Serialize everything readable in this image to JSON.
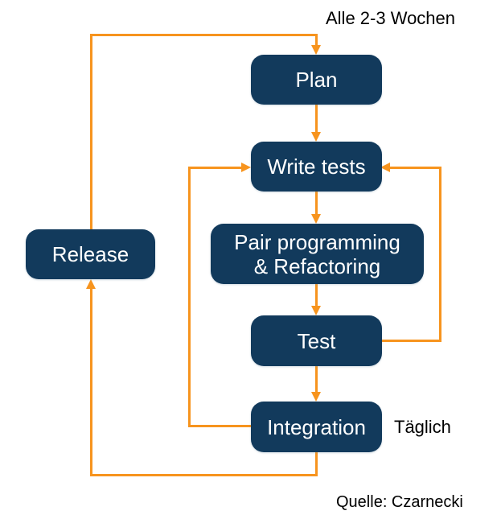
{
  "diagram": {
    "nodes": [
      {
        "id": "plan",
        "label": "Plan"
      },
      {
        "id": "write-tests",
        "label": "Write tests"
      },
      {
        "id": "pair-programming-refactoring",
        "label": "Pair programming & Refactoring",
        "label_line1": "Pair programming",
        "label_line2": "& Refactoring"
      },
      {
        "id": "test",
        "label": "Test"
      },
      {
        "id": "integration",
        "label": "Integration"
      },
      {
        "id": "release",
        "label": "Release"
      }
    ],
    "annotations": {
      "cycle_label": "Alle 2-3 Wochen",
      "daily_label": "Täglich",
      "source_label": "Quelle: Czarnecki"
    },
    "edges": [
      {
        "from": "release",
        "to": "plan",
        "label": "Alle 2-3 Wochen"
      },
      {
        "from": "plan",
        "to": "write-tests"
      },
      {
        "from": "write-tests",
        "to": "pair-programming-refactoring"
      },
      {
        "from": "pair-programming-refactoring",
        "to": "test"
      },
      {
        "from": "test",
        "to": "write-tests"
      },
      {
        "from": "test",
        "to": "integration"
      },
      {
        "from": "integration",
        "to": "write-tests"
      },
      {
        "from": "integration",
        "to": "release",
        "label": "Täglich"
      }
    ],
    "colors": {
      "node_fill": "#123A5C",
      "node_text": "#FFFFFF",
      "arrow": "#F7941E",
      "annotation_text": "#000000",
      "background": "#FFFFFF"
    }
  }
}
